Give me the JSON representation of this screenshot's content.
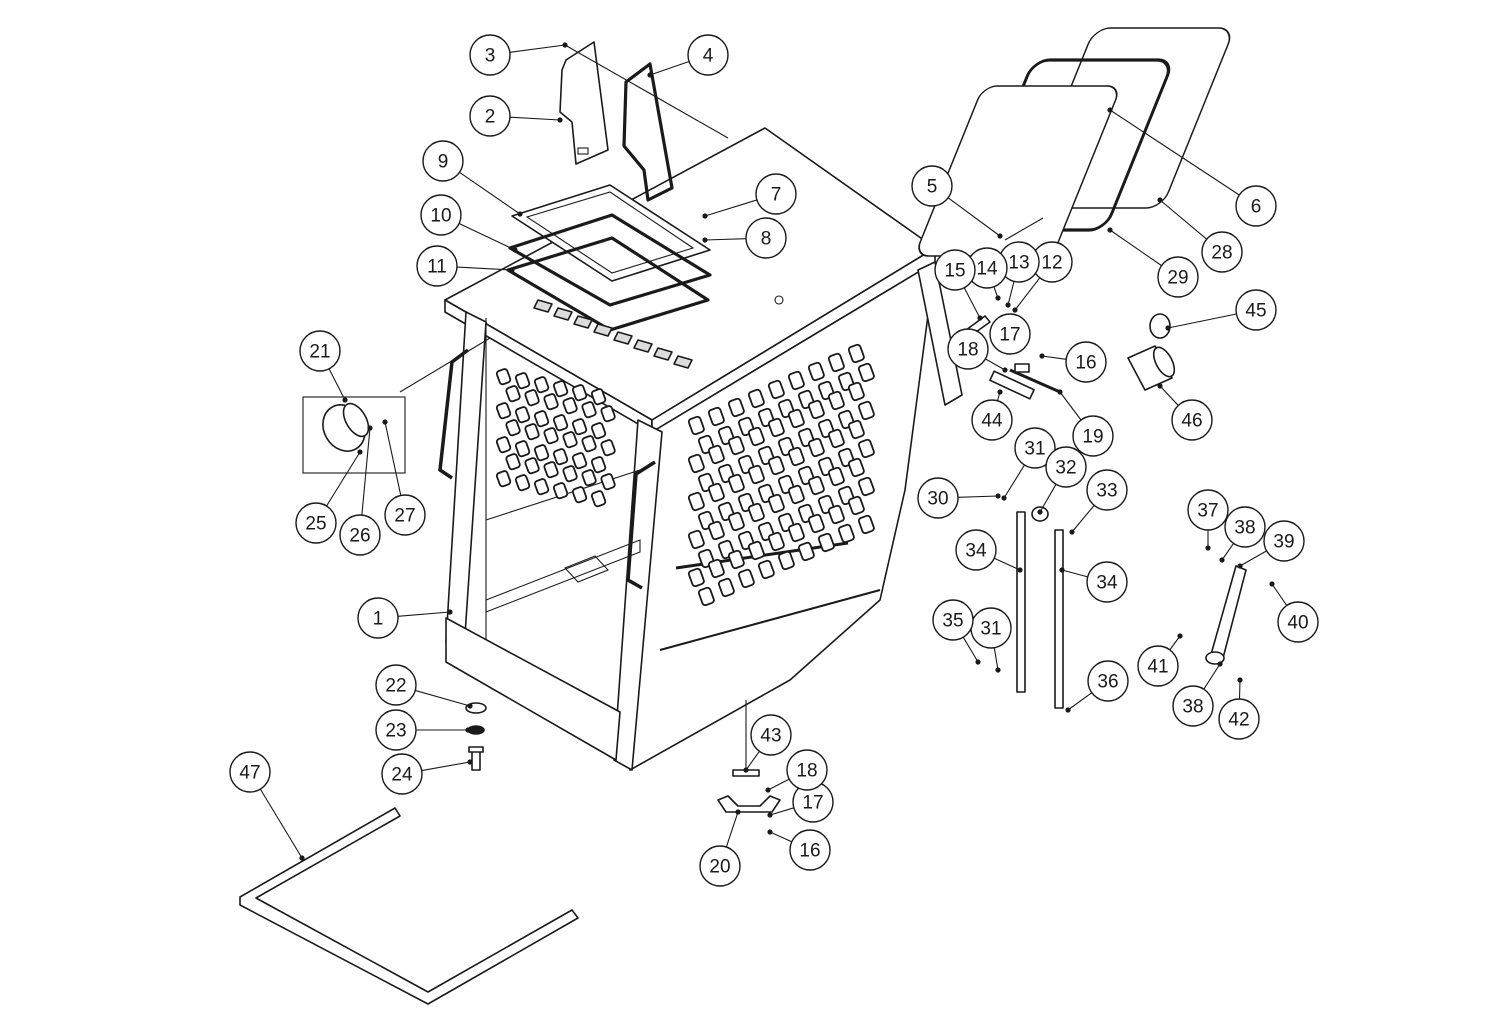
{
  "diagram": {
    "callouts": [
      {
        "id": "1",
        "label": "1"
      },
      {
        "id": "2",
        "label": "2"
      },
      {
        "id": "3",
        "label": "3"
      },
      {
        "id": "4",
        "label": "4"
      },
      {
        "id": "5",
        "label": "5"
      },
      {
        "id": "6",
        "label": "6"
      },
      {
        "id": "7",
        "label": "7"
      },
      {
        "id": "8",
        "label": "8"
      },
      {
        "id": "9",
        "label": "9"
      },
      {
        "id": "10",
        "label": "10"
      },
      {
        "id": "11",
        "label": "11"
      },
      {
        "id": "12",
        "label": "12"
      },
      {
        "id": "13",
        "label": "13"
      },
      {
        "id": "14",
        "label": "14"
      },
      {
        "id": "15",
        "label": "15"
      },
      {
        "id": "16a",
        "label": "16"
      },
      {
        "id": "16b",
        "label": "16"
      },
      {
        "id": "17a",
        "label": "17"
      },
      {
        "id": "17b",
        "label": "17"
      },
      {
        "id": "18a",
        "label": "18"
      },
      {
        "id": "18b",
        "label": "18"
      },
      {
        "id": "19",
        "label": "19"
      },
      {
        "id": "20",
        "label": "20"
      },
      {
        "id": "21",
        "label": "21"
      },
      {
        "id": "22",
        "label": "22"
      },
      {
        "id": "23",
        "label": "23"
      },
      {
        "id": "24",
        "label": "24"
      },
      {
        "id": "25",
        "label": "25"
      },
      {
        "id": "26",
        "label": "26"
      },
      {
        "id": "27",
        "label": "27"
      },
      {
        "id": "28",
        "label": "28"
      },
      {
        "id": "29",
        "label": "29"
      },
      {
        "id": "30",
        "label": "30"
      },
      {
        "id": "31a",
        "label": "31"
      },
      {
        "id": "31b",
        "label": "31"
      },
      {
        "id": "32",
        "label": "32"
      },
      {
        "id": "33",
        "label": "33"
      },
      {
        "id": "34a",
        "label": "34"
      },
      {
        "id": "34b",
        "label": "34"
      },
      {
        "id": "35",
        "label": "35"
      },
      {
        "id": "36",
        "label": "36"
      },
      {
        "id": "37",
        "label": "37"
      },
      {
        "id": "38a",
        "label": "38"
      },
      {
        "id": "38b",
        "label": "38"
      },
      {
        "id": "39",
        "label": "39"
      },
      {
        "id": "40",
        "label": "40"
      },
      {
        "id": "41",
        "label": "41"
      },
      {
        "id": "42",
        "label": "42"
      },
      {
        "id": "43",
        "label": "43"
      },
      {
        "id": "44",
        "label": "44"
      },
      {
        "id": "45",
        "label": "45"
      },
      {
        "id": "46",
        "label": "46"
      },
      {
        "id": "47",
        "label": "47"
      }
    ]
  }
}
